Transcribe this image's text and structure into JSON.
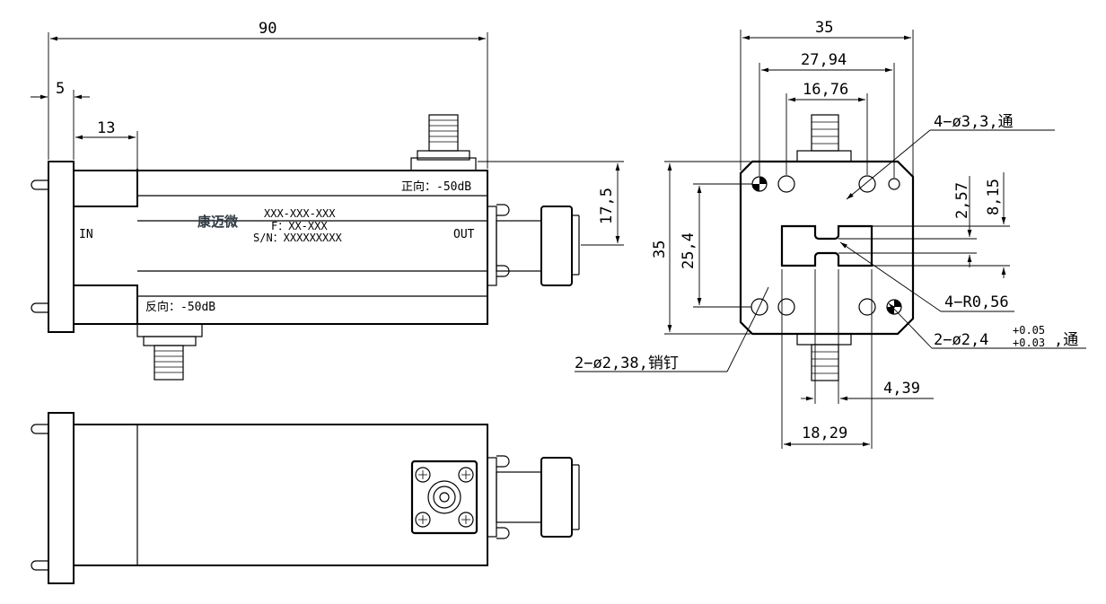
{
  "dimensions": {
    "overall_length": "90",
    "flange_thickness": "5",
    "step_length": "13",
    "port_offset_height": "17,5",
    "end_width": "35",
    "hole_spacing_outer": "27,94",
    "hole_spacing_inner": "16,76",
    "through_hole": "4−ø3,3,通",
    "slot_half_height": "2,57",
    "slot_outer_height": "8,15",
    "vertical_hole_spacing": "25,4",
    "end_height": "35",
    "corner_radius": "4−R0,56",
    "dowel_holes": "2−ø2,38,销钉",
    "pin_hole": "2−ø2,4",
    "pin_hole_tol_upper": "+0.05",
    "pin_hole_tol_lower": "+0.03",
    "pin_hole_suffix": ",通",
    "slot_width": "4,39",
    "flange_hole_spacing": "18,29"
  },
  "labels": {
    "forward": "正向：-50dB",
    "reverse": "反向：-50dB",
    "in_port": "IN",
    "out_port": "OUT",
    "brand": "康迈微",
    "part_number": "XXX-XXX-XXX",
    "frequency": "F：XX-XXX",
    "serial": "S/N：XXXXXXXXX"
  }
}
